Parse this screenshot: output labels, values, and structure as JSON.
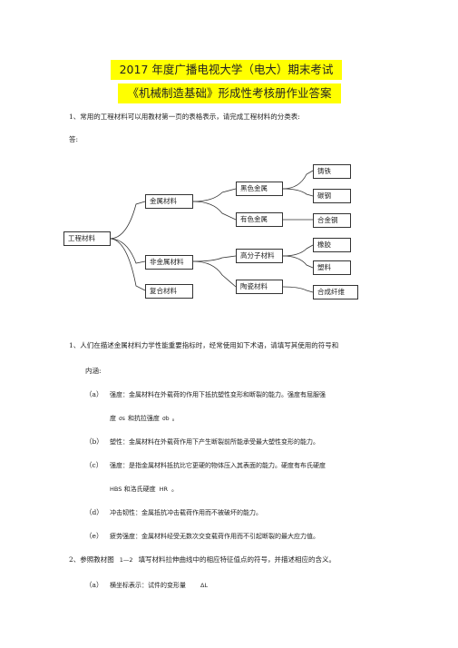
{
  "title_line1": "2017  年度广播电视大学（电大）期末考试",
  "title_line2": "《机械制造基础》形成性考核册作业答案",
  "q1": {
    "text": "1、常用的工程材料可以用教材第一页的表格表示，请完成工程材料的分类表:",
    "answer_label": "答:",
    "tree": {
      "root": "工程材料",
      "metal": "金属材料",
      "nonmetal": "非金属材料",
      "composite": "复合材料",
      "ferrous": "黑色金属",
      "nonferrous": "有色金属",
      "polymer": "高分子材料",
      "ceramic": "陶瓷材料",
      "cast_iron": "铸铁",
      "carbon_steel": "碳钢",
      "alloy_steel": "合金钢",
      "rubber": "橡胶",
      "plastic": "塑料",
      "synthetic_fiber": "合成纤维"
    }
  },
  "q2": {
    "text": "1、人们在描述金属材料力学性能重要指标时，经常使用如下术语，请填写其使用的符号和",
    "text_cont": "内涵:",
    "items": [
      {
        "label": "（a）",
        "line1": "强度：金属材料在外载荷的作用下抵抗塑性变形和断裂的能力。强度有屈服强",
        "line2_a": "度",
        "sym1": "σs",
        "line2_b": "和抗拉强度",
        "sym2": "σb",
        "line2_c": "。"
      },
      {
        "label": "（b）",
        "line1": "塑性：金属材料在外载荷作用下产生断裂前所能承受最大塑性变形的能力。"
      },
      {
        "label": "（c）",
        "line1": "强度：是指金属材料抵抗比它更硬的物体压入其表面的能力。硬度有布氏硬度",
        "line2_a": "HBS",
        "line2_b": "和洛氏硬度",
        "sym2": "HR",
        "line2_c": "。"
      },
      {
        "label": "（d）",
        "line1": "冲击韧性：金属抵抗冲击载荷作用而不被破坏的能力。"
      },
      {
        "label": "（e）",
        "line1": "疲劳强度：金属材料经受无数次交变载荷作用而不引起断裂的最大应力值。"
      }
    ]
  },
  "q3": {
    "text_a": "2、参照教材图",
    "fig": "1—2",
    "text_b": "填写材料拉伸曲线中的相应特征值点的符号，并描述相应的含义。",
    "item_label": "（a）",
    "item_text": "横坐标表示：试件的变形量",
    "item_sym": "ΔL"
  }
}
